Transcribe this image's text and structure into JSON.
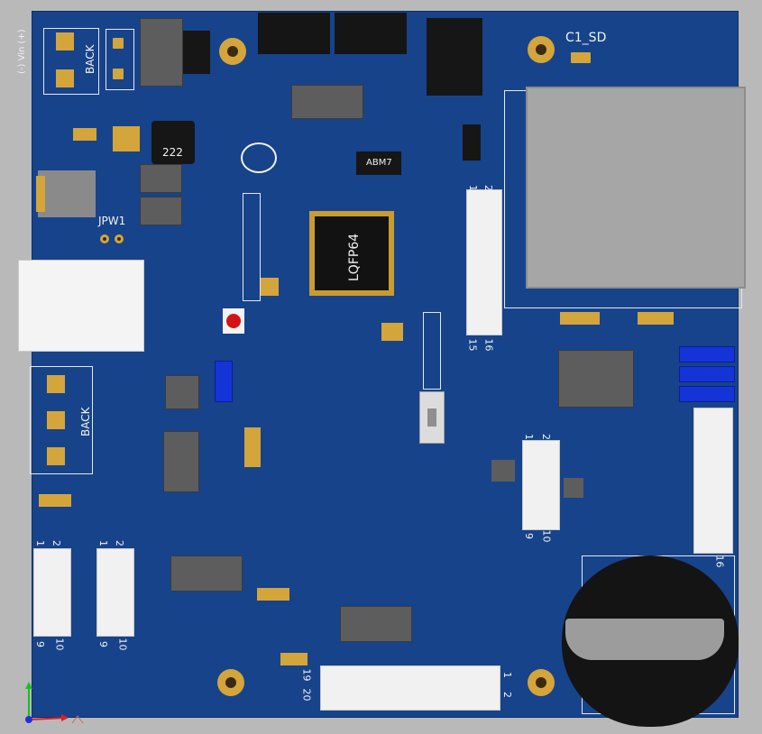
{
  "labels": {
    "vin": "(-) Vin (+)",
    "back_top": "BACK",
    "back_left": "BACK",
    "c1_sd": "C1_SD",
    "inductor": "222",
    "jpw1": "JPW1",
    "abm7": "ABM7",
    "lqfp": "LQFP64",
    "hdr_top_1": "1",
    "hdr_top_2": "2",
    "hdr_mid_15": "15",
    "hdr_mid_16": "16",
    "hdr_r_1": "1",
    "hdr_r_2": "2",
    "hdr_r_9": "9",
    "hdr_r_10": "10",
    "hdr_bl_1": "1",
    "hdr_bl_2": "2",
    "hdr_bl_9": "9",
    "hdr_bl_10": "10",
    "hdr_bl2_1": "1",
    "hdr_bl2_2": "2",
    "hdr_bl2_9": "9",
    "hdr_bl2_10": "10",
    "hdr_bot_19": "19",
    "hdr_bot_20": "20",
    "hdr_bot_1": "1",
    "hdr_bot_2": "2",
    "hdr_fr_16": "16"
  },
  "colors": {
    "board": "#17438a",
    "pad": "#d4a53a",
    "silkscreen": "#f2f2f2",
    "background": "#b9b9b9"
  },
  "icons": [
    "axis-gizmo-icon"
  ]
}
